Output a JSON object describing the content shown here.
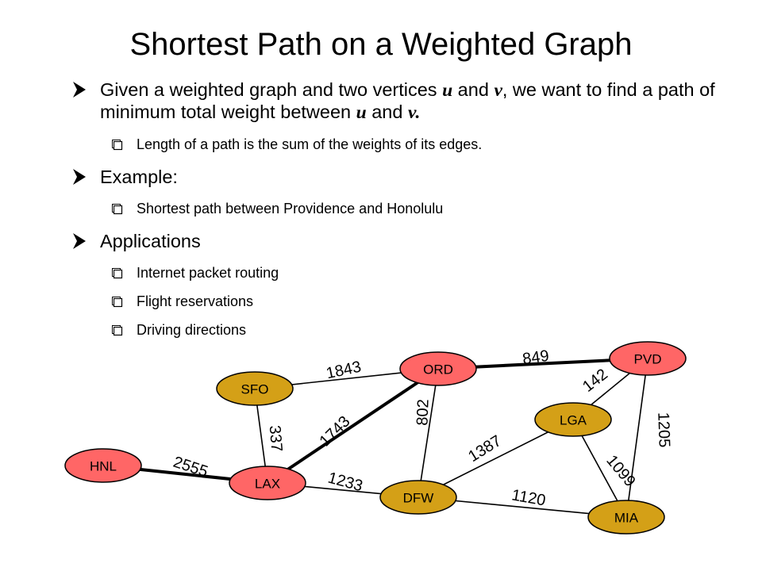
{
  "slide": {
    "title": "Shortest Path on a Weighted Graph",
    "bullets": {
      "b1": {
        "pre": "Given a weighted graph and two vertices ",
        "u": "u",
        "mid": " and ",
        "v": "v",
        "post": ", we want to find a path of minimum total weight between ",
        "u2": "u",
        "mid2": " and ",
        "v2": "v",
        "end": "."
      },
      "b1_sub": "Length of a path is the sum of the weights of its edges.",
      "b2": "Example:",
      "b2_sub": "Shortest path between Providence and Honolulu",
      "b3": "Applications",
      "b3_subs": [
        "Internet packet routing",
        "Flight reservations",
        "Driving directions"
      ]
    }
  },
  "graph": {
    "colors": {
      "highlight": "#FF6666",
      "normal": "#D4A017",
      "outline": "#000000"
    },
    "vertices": [
      {
        "id": "PVD",
        "label": "PVD",
        "color": "highlight"
      },
      {
        "id": "ORD",
        "label": "ORD",
        "color": "highlight"
      },
      {
        "id": "SFO",
        "label": "SFO",
        "color": "normal"
      },
      {
        "id": "LGA",
        "label": "LGA",
        "color": "normal"
      },
      {
        "id": "HNL",
        "label": "HNL",
        "color": "highlight"
      },
      {
        "id": "LAX",
        "label": "LAX",
        "color": "highlight"
      },
      {
        "id": "DFW",
        "label": "DFW",
        "color": "normal"
      },
      {
        "id": "MIA",
        "label": "MIA",
        "color": "normal"
      }
    ],
    "edges": [
      {
        "from": "ORD",
        "to": "PVD",
        "weight": "849",
        "on_path": true
      },
      {
        "from": "SFO",
        "to": "ORD",
        "weight": "1843",
        "on_path": false
      },
      {
        "from": "LGA",
        "to": "PVD",
        "weight": "142",
        "on_path": false
      },
      {
        "from": "PVD",
        "to": "MIA",
        "weight": "1205",
        "on_path": false
      },
      {
        "from": "ORD",
        "to": "DFW",
        "weight": "802",
        "on_path": false
      },
      {
        "from": "LAX",
        "to": "ORD",
        "weight": "1743",
        "on_path": true
      },
      {
        "from": "SFO",
        "to": "LAX",
        "weight": "337",
        "on_path": false
      },
      {
        "from": "DFW",
        "to": "LGA",
        "weight": "1387",
        "on_path": false
      },
      {
        "from": "LGA",
        "to": "MIA",
        "weight": "1099",
        "on_path": false
      },
      {
        "from": "HNL",
        "to": "LAX",
        "weight": "2555",
        "on_path": true
      },
      {
        "from": "LAX",
        "to": "DFW",
        "weight": "1233",
        "on_path": false
      },
      {
        "from": "DFW",
        "to": "MIA",
        "weight": "1120",
        "on_path": false
      }
    ]
  }
}
